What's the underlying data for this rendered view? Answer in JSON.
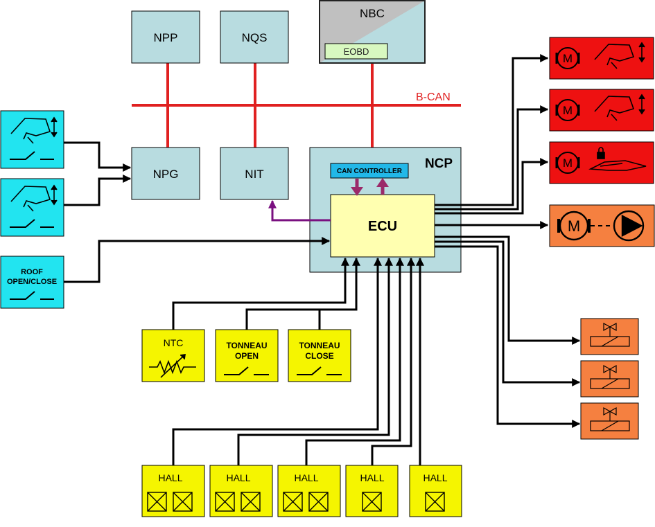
{
  "bus": {
    "label": "B-CAN",
    "color": "#e02020"
  },
  "colors": {
    "node": "#b8dce0",
    "switch_panel": "#22e4f0",
    "sensor": "#f5f500",
    "ecu": "#ffffb0",
    "motor_red": "#ee1111",
    "actuator_orange": "#f58040",
    "can_controller": "#22b8e8",
    "nbc_gray": "#c0c0c0",
    "eobd": "#d8f8c0",
    "bus_line": "#e02020",
    "can_arrow": "#9b2a6a",
    "nit_arrow": "#7a1080",
    "wire": "#000000"
  },
  "nodes": {
    "npp": "NPP",
    "nqs": "NQS",
    "nbc": "NBC",
    "eobd": "EOBD",
    "npg": "NPG",
    "nit": "NIT",
    "ncp": "NCP",
    "can_controller": "CAN CONTROLLER",
    "ecu": "ECU"
  },
  "inputs": {
    "roof_switch": {
      "line1": "ROOF",
      "line2": "OPEN/CLOSE"
    },
    "ntc": "NTC",
    "tonneau_open": {
      "line1": "TONNEAU",
      "line2": "OPEN"
    },
    "tonneau_close": {
      "line1": "TONNEAU",
      "line2": "CLOSE"
    }
  },
  "hall_sensors": [
    {
      "label": "HALL",
      "elements": 2
    },
    {
      "label": "HALL",
      "elements": 2
    },
    {
      "label": "HALL",
      "elements": 2
    },
    {
      "label": "HALL",
      "elements": 1
    },
    {
      "label": "HALL",
      "elements": 1
    }
  ],
  "outputs": {
    "motors": [
      {
        "icon": "motor-seat-icon"
      },
      {
        "icon": "motor-seat-icon"
      },
      {
        "icon": "motor-lock-icon"
      }
    ],
    "pump": {
      "icon": "motor-pump-icon"
    },
    "valves": [
      {
        "icon": "solenoid-valve-icon"
      },
      {
        "icon": "solenoid-valve-icon"
      },
      {
        "icon": "solenoid-valve-icon"
      }
    ]
  }
}
